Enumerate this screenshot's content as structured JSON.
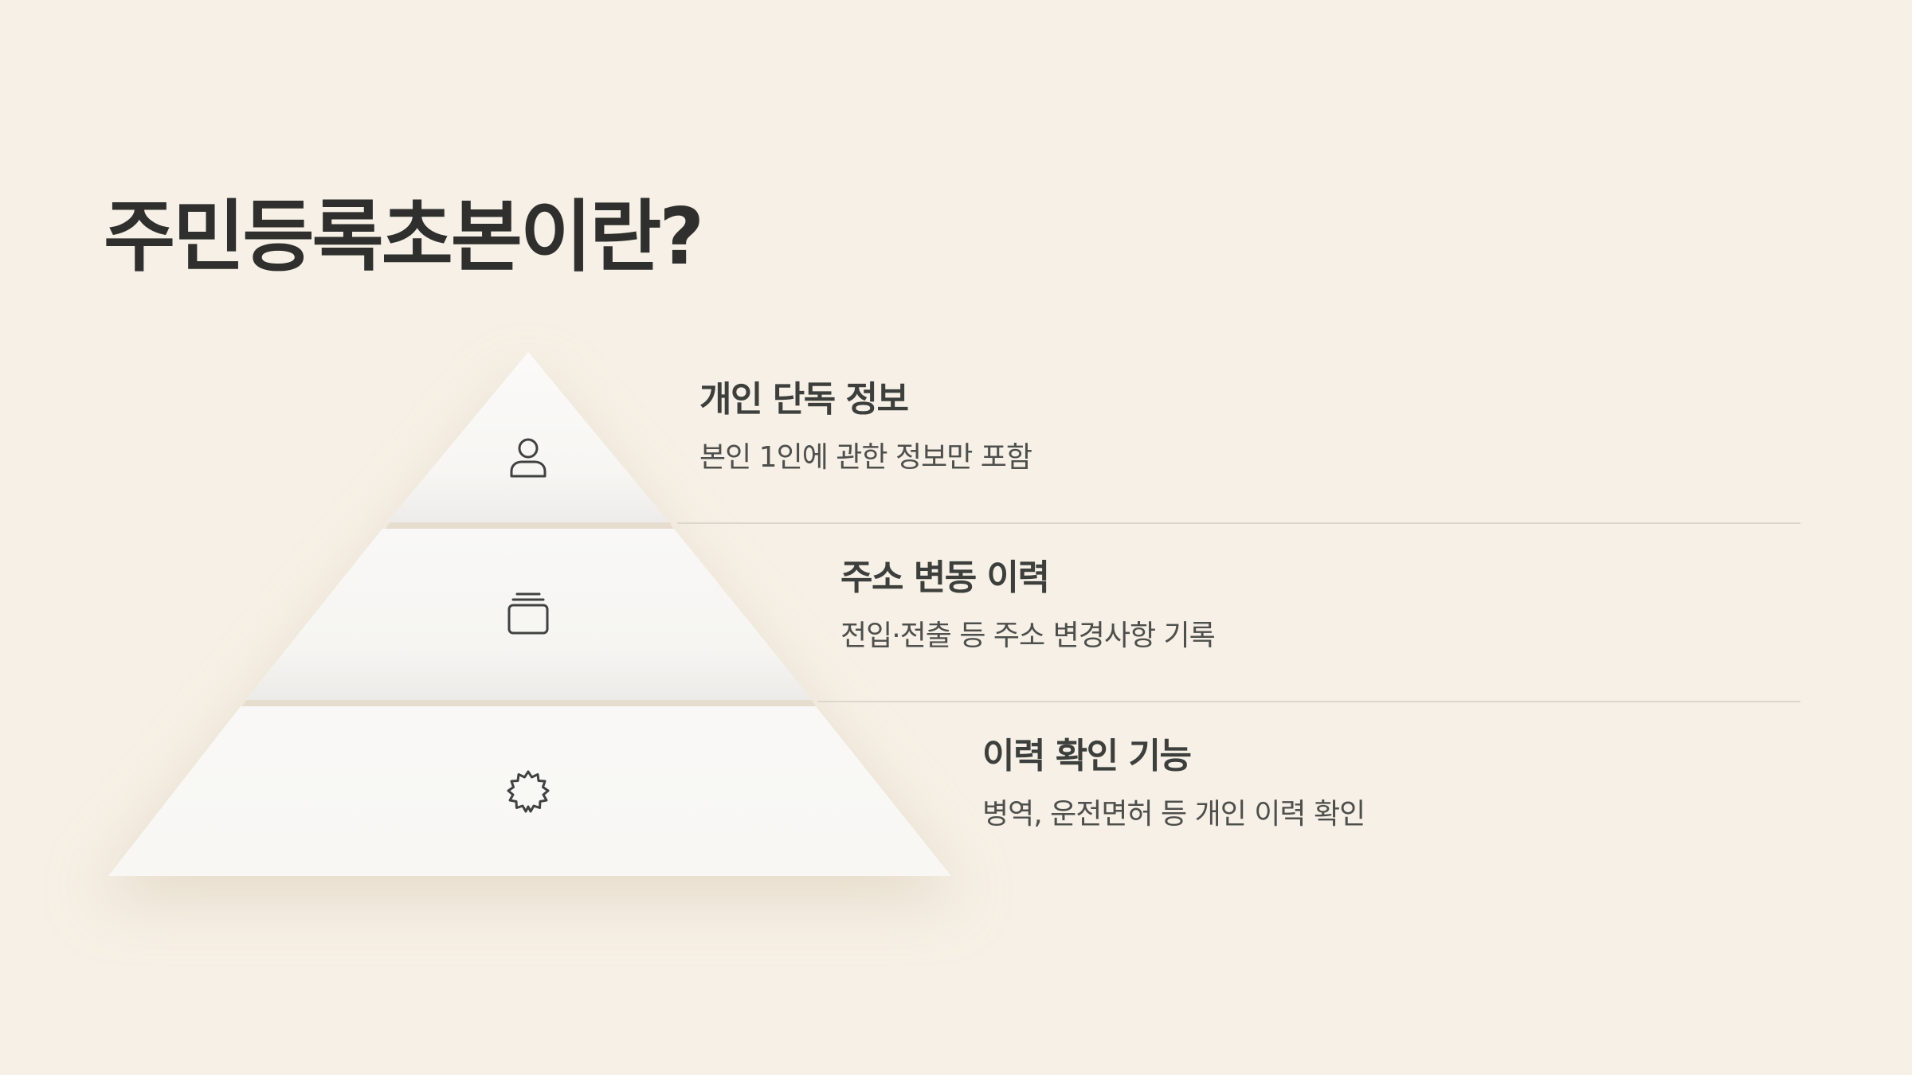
{
  "title": "주민등록초본이란?",
  "tiers": [
    {
      "heading": "개인 단독 정보",
      "description": "본인 1인에 관한 정보만 포함",
      "icon": "user-icon"
    },
    {
      "heading": "주소 변동 이력",
      "description": "전입·전출 등 주소 변경사항 기록",
      "icon": "stack-icon"
    },
    {
      "heading": "이력 확인 기능",
      "description": "병역, 운전면허 등 개인 이력 확인",
      "icon": "badge-icon"
    }
  ],
  "colors": {
    "background": "#f6f0e6",
    "tier_fill": "#f9f8f6",
    "heading_text": "#3c3f3c",
    "title_text": "#2f302d",
    "divider": "#dcd7cd"
  }
}
